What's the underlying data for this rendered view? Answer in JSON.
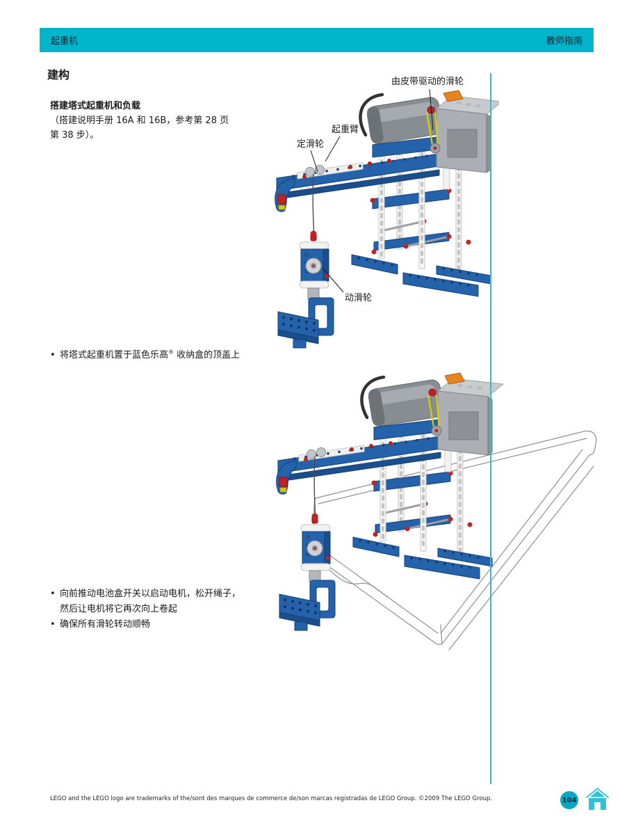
{
  "header": {
    "left": "起重机",
    "right": "教师指南"
  },
  "title": "建构",
  "intro": {
    "heading": "搭建塔式起重机和负载",
    "line1": "（搭建说明手册 16A 和 16B，参考第 28 页",
    "line2": "第 38 步）。"
  },
  "bullet_char": "•",
  "figure1": {
    "labels": {
      "belt_pulley": "由皮带驱动的滑轮",
      "jib": "起重臂",
      "fixed_pulley": "定滑轮",
      "movable_pulley": "动滑轮"
    }
  },
  "bullet_mid": {
    "pre": "将塔式起重机置于蓝色乐高",
    "sup": "®",
    "post": " 收纳盒的顶盖上"
  },
  "bullets_bottom": [
    {
      "line1": "向前推动电池盒开关以启动电机，松开绳子，",
      "line2": "然后让电机将它再次向上卷起"
    },
    {
      "line1": "确保所有滑轮转动顺畅"
    }
  ],
  "footer": {
    "legal": "LEGO and the LEGO logo are trademarks of the/sont des marques de commerce de/son marcas registradas de LEGO Group. ©2009 The LEGO Group.",
    "page_number": "104"
  },
  "colors": {
    "header_bar": "#00b4cb",
    "accent_line": "#2fbcda",
    "page_badge": "#09a7c3",
    "lego_blue": "#2462ab",
    "lego_red": "#c42222"
  }
}
